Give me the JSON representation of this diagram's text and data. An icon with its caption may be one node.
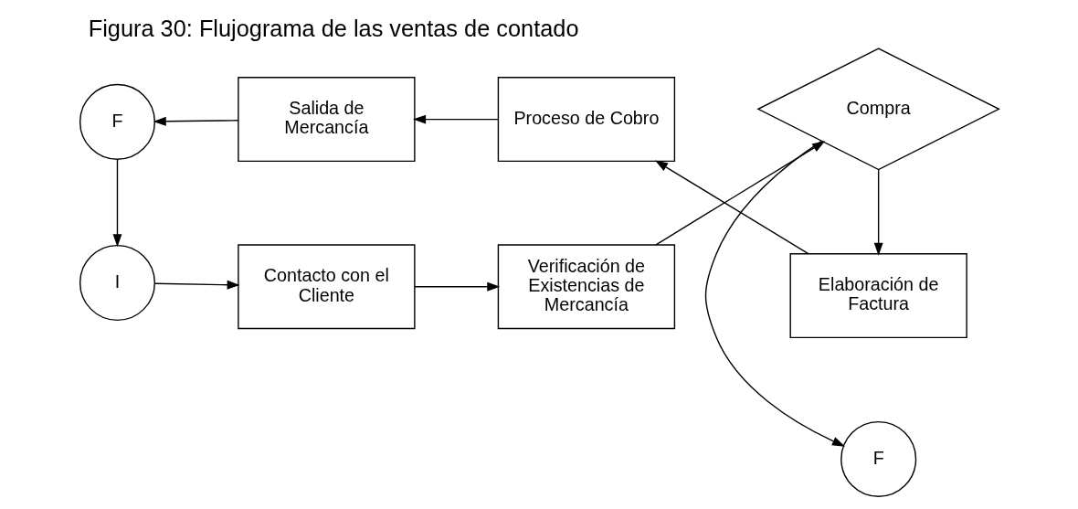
{
  "diagram": {
    "title": "Figura 30: Flujograma de las ventas de contado",
    "nodes": [
      {
        "text": [
          "I"
        ]
      },
      {
        "text": [
          "Contacto con el Cliente"
        ]
      },
      {
        "text": [
          "Verificación de Existencias de Mercancía"
        ]
      },
      {
        "text": [
          "Compra"
        ]
      },
      {
        "text": [
          "F"
        ]
      },
      {
        "text": [
          "Elaboración de Factura"
        ]
      },
      {
        "text": [
          "Proceso de Cobro"
        ]
      },
      {
        "text": [
          "Salida de Mercancía"
        ]
      },
      {
        "text": [
          "F"
        ]
      }
    ],
    "edges": [
      {
        "from": 0,
        "to": 1,
        "arrow": "to"
      },
      {
        "from": 1,
        "to": 2,
        "arrow": "to"
      },
      {
        "from": 2,
        "to": 3,
        "arrow": "to"
      },
      {
        "from": 3,
        "to": 4,
        "arrow": "to"
      },
      {
        "from": 3,
        "to": 5,
        "arrow": "to"
      },
      {
        "from": 5,
        "to": 6,
        "arrow": "to"
      },
      {
        "from": 6,
        "to": 7,
        "arrow": "to"
      },
      {
        "from": 7,
        "to": 8,
        "arrow": "to"
      },
      {
        "from": 8,
        "to": 0,
        "arrow": "to"
      }
    ]
  }
}
